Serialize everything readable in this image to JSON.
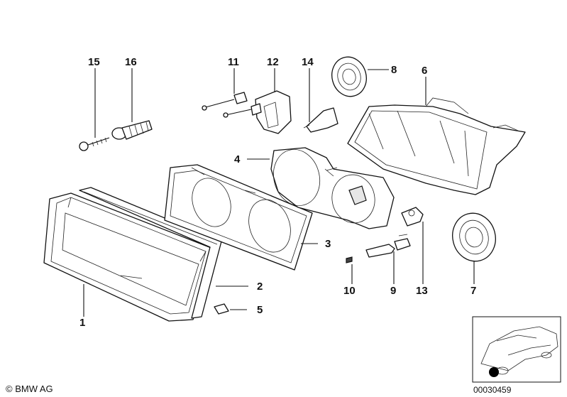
{
  "callouts": [
    "1",
    "2",
    "3",
    "4",
    "5",
    "6",
    "7",
    "8",
    "9",
    "10",
    "11",
    "12",
    "13",
    "14",
    "15",
    "16"
  ],
  "copyright": "© BMW AG",
  "document_number": "00030459"
}
